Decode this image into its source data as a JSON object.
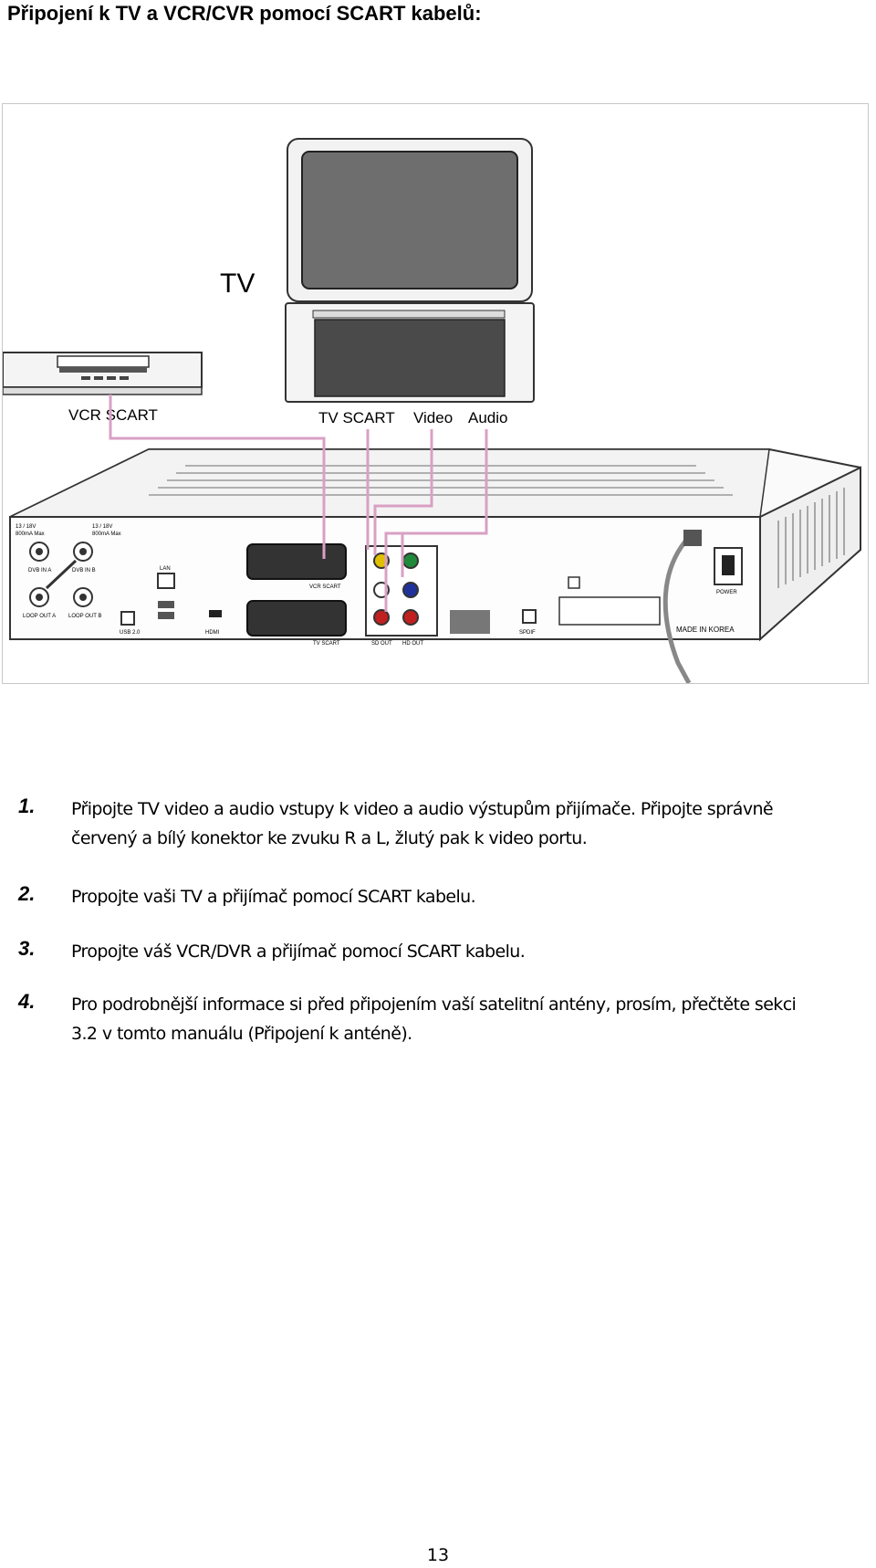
{
  "document": {
    "title": "Připojení k TV a VCR/CVR pomocí SCART kabelů:",
    "page_number": "13"
  },
  "figure": {
    "tv_label": "TV",
    "vcr_label": "VCR SCART",
    "tv_scart_label": "TV SCART",
    "video_label": "Video",
    "audio_label": "Audio",
    "made_in": "MADE IN KOREA",
    "panel": {
      "lnb1": "13 / 18V",
      "lnb1_current": "800mA Max",
      "lnb2": "13 / 18V",
      "lnb2_current": "800mA Max",
      "dvbs_in_a": "DVB IN A",
      "dvbs_in_b": "DVB IN B",
      "loop_out_a": "LOOP OUT A",
      "loop_out_b": "LOOP OUT B",
      "lan": "LAN",
      "usb": "USB 2.0",
      "hdmi": "HDMI",
      "vcr_scart_port": "VCR SCART",
      "tv_scart_port": "TV SCART",
      "sd_out": "SD OUT",
      "hd_out": "HD OUT",
      "spdif": "SPDIF",
      "power": "POWER"
    }
  },
  "steps": [
    {
      "number": "1.",
      "lines": [
        "Připojte TV video a audio vstupy k video a audio výstupům přijímače. Připojte správně",
        "červený a bílý konektor ke zvuku R a L, žlutý pak k video portu."
      ]
    },
    {
      "number": "2.",
      "lines": [
        "Propojte vaši TV a přijímač pomocí SCART kabelu."
      ]
    },
    {
      "number": "3.",
      "lines": [
        "Propojte váš VCR/DVR a přijímač pomocí SCART kabelu."
      ]
    },
    {
      "number": "4.",
      "lines": [
        "Pro podrobnější informace si před připojením vaší satelitní antény, prosím, přečtěte sekci",
        "3.2 v tomto manuálu (Připojení k anténě)."
      ]
    }
  ],
  "colors": {
    "cable": "#d9a0c4",
    "tv_screen": "#6e6e6e",
    "rca_yellow": "#e0c000",
    "rca_red": "#c02020",
    "rca_green": "#1f8a3a",
    "rca_blue": "#20329a"
  }
}
